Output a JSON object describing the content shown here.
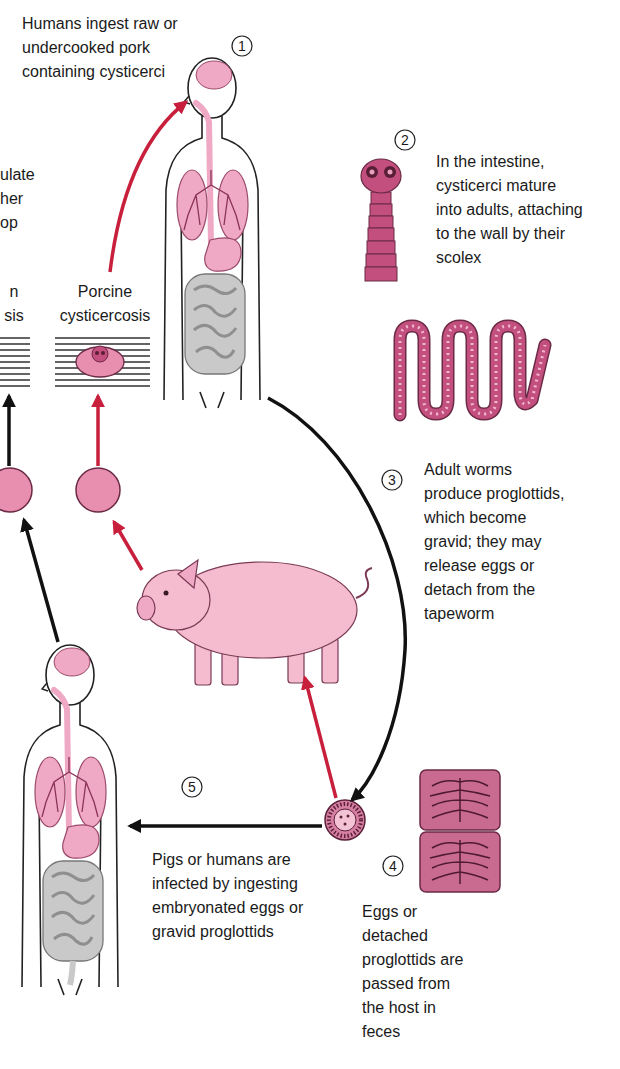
{
  "diagram": {
    "labels": [
      "Humans ingest raw or undercooked pork containing cysticerci",
      "1",
      "ulate her op",
      "2",
      "In the intestine, cysticerci mature into adults, attaching to the wall by their scolex",
      "n sis",
      "Porcine cysticercosis",
      "3",
      "Adult worms produce proglottids, which become gravid; they may release eggs or detach from the tapeworm",
      "5",
      "4",
      "Pigs or humans are infected by ingesting embryonated eggs or gravid proglottids",
      "Eggs or detached proglottids are passed from the host in feces"
    ]
  }
}
